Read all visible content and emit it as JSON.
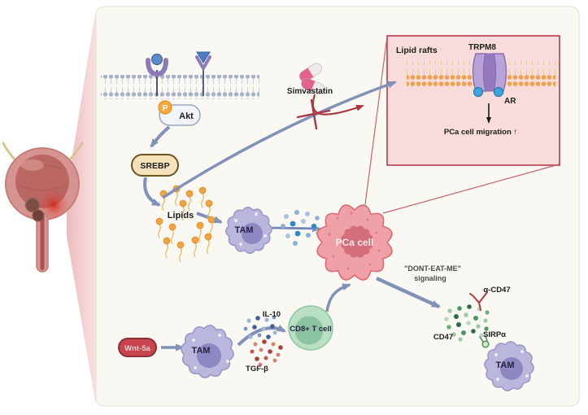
{
  "diagram": {
    "membrane_pathway": {
      "phospho_badge": "P",
      "akt": "Akt",
      "srebp": "SREBP",
      "lipids": "Lipids"
    },
    "drug": {
      "simvastatin": "Simvastatin"
    },
    "cells": {
      "tam_mid": "TAM",
      "pca_cell": "PCa cell",
      "tam_bottom": "TAM",
      "cd8_t_cell": "CD8+ T cell",
      "tam_right": "TAM"
    },
    "cytokines": {
      "il10": "IL-10",
      "tgfb": "TGF-β"
    },
    "ligands": {
      "wnt5a": "Wnt-5a",
      "alpha_cd47": "α-CD47",
      "cd47": "CD47",
      "sirpa": "SIRPα"
    },
    "signaling": {
      "dont_eat_me_line1": "\"DONT-EAT-ME\"",
      "dont_eat_me_line2": "signaling"
    },
    "inset": {
      "lipid_rafts": "Lipid rafts",
      "trpm8": "TRPM8",
      "ar": "AR",
      "migration": "PCa cell migration ↑"
    },
    "colors": {
      "panel_bg": "#faf8f3",
      "inset_bg": "#f8dbdb",
      "inset_border": "#bf4f5c",
      "arrow_blue": "#8191b8",
      "arrow_red": "#a83744",
      "tam_fill": "#b9b7dc",
      "pca_fill": "#f0a0a7",
      "lipid_orange": "#f1a33f",
      "cd8_green": "#b9e0c4"
    }
  }
}
